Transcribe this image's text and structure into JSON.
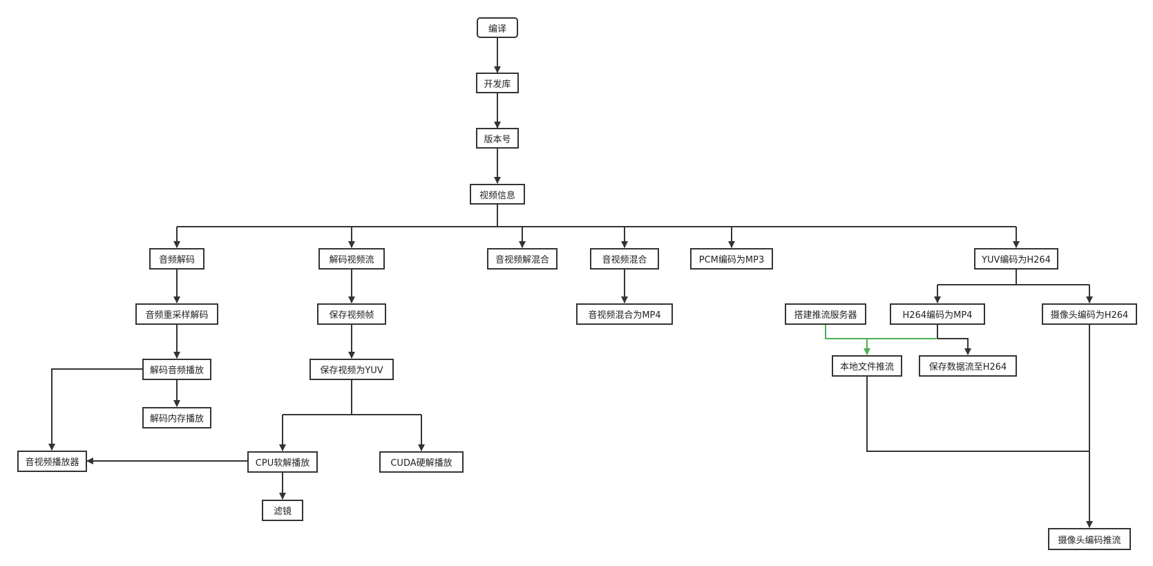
{
  "nodes": {
    "bianyi": "编译",
    "kaifaku": "开发库",
    "banbenhao": "版本号",
    "shipin_xinxi": "视频信息",
    "yinpin_jiema": "音频解码",
    "jiema_shipinliu": "解码视频流",
    "yinshipin_jie_hunhe": "音视频解混合",
    "yinshipin_hunhe": "音视频混合",
    "pcm_mp3": "PCM编码为MP3",
    "yuv_h264": "YUV编码为H264",
    "yinpin_chongcaiyang": "音频重采样解码",
    "baocun_shipinzhen": "保存视频帧",
    "hunhe_mp4": "音视频混合为MP4",
    "dajian_tuiliu": "搭建推流服务器",
    "h264_mp4": "H264编码为MP4",
    "shexiangtou_h264": "摄像头编码为H264",
    "jiema_yinpin_bofang": "解码音频播放",
    "baocun_yuv": "保存视频为YUV",
    "bendi_tuiliu": "本地文件推流",
    "baocun_shujuliu": "保存数据流至H264",
    "jiema_neicun": "解码内存播放",
    "yinshipin_bofangqi": "音视频播放器",
    "cpu_ruanjie": "CPU软解播放",
    "cuda_yingjie": "CUDA硬解播放",
    "lvjing": "滤镜",
    "shexiangtou_tuiliu": "摄像头编码推流"
  },
  "colors": {
    "line": "#333333",
    "highlight_line": "#4caf50",
    "border": "#333333"
  }
}
